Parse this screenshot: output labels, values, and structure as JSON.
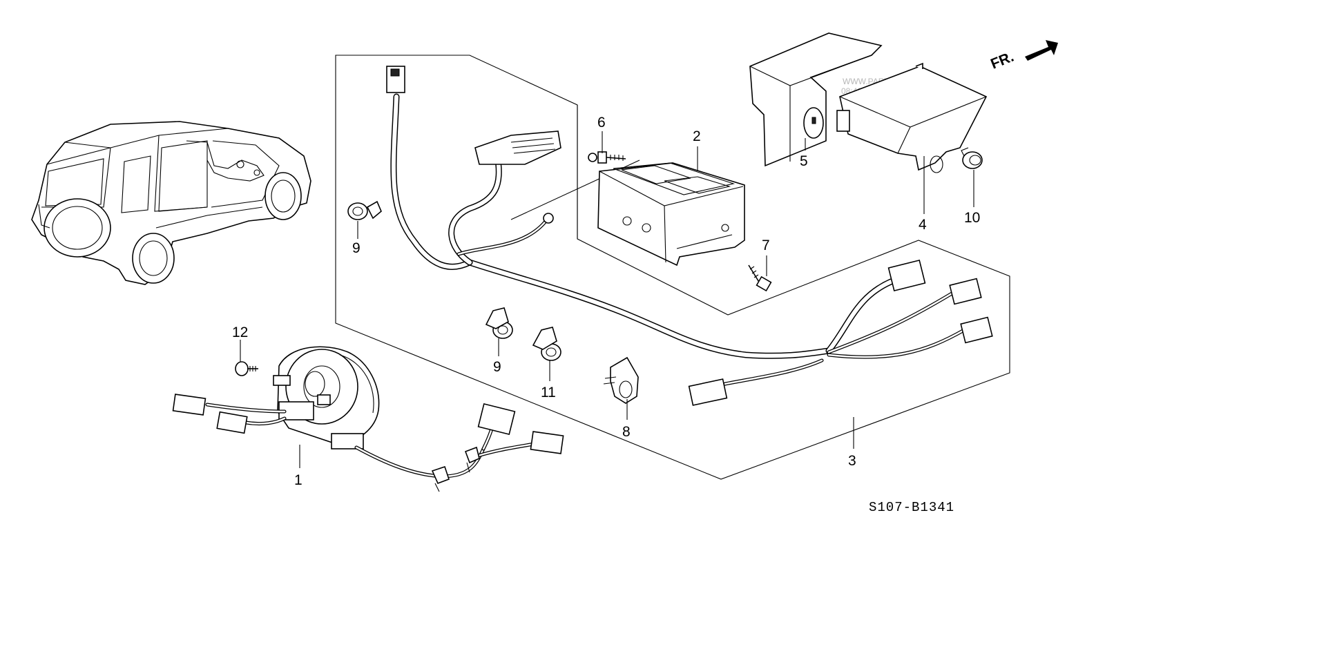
{
  "diagram": {
    "code": "S107-B1341",
    "direction_marker": "FR.",
    "watermark": {
      "line1": "WWW.PARTS.RU",
      "line2": "08:42 25.05.2025"
    },
    "callouts": [
      {
        "id": "c1",
        "text": "1"
      },
      {
        "id": "c2",
        "text": "2"
      },
      {
        "id": "c3",
        "text": "3"
      },
      {
        "id": "c4",
        "text": "4"
      },
      {
        "id": "c5",
        "text": "5"
      },
      {
        "id": "c6",
        "text": "6"
      },
      {
        "id": "c7",
        "text": "7"
      },
      {
        "id": "c8",
        "text": "8"
      },
      {
        "id": "c9a",
        "text": "9"
      },
      {
        "id": "c9b",
        "text": "9"
      },
      {
        "id": "c10",
        "text": "10"
      },
      {
        "id": "c11",
        "text": "11"
      },
      {
        "id": "c12",
        "text": "12"
      }
    ]
  }
}
